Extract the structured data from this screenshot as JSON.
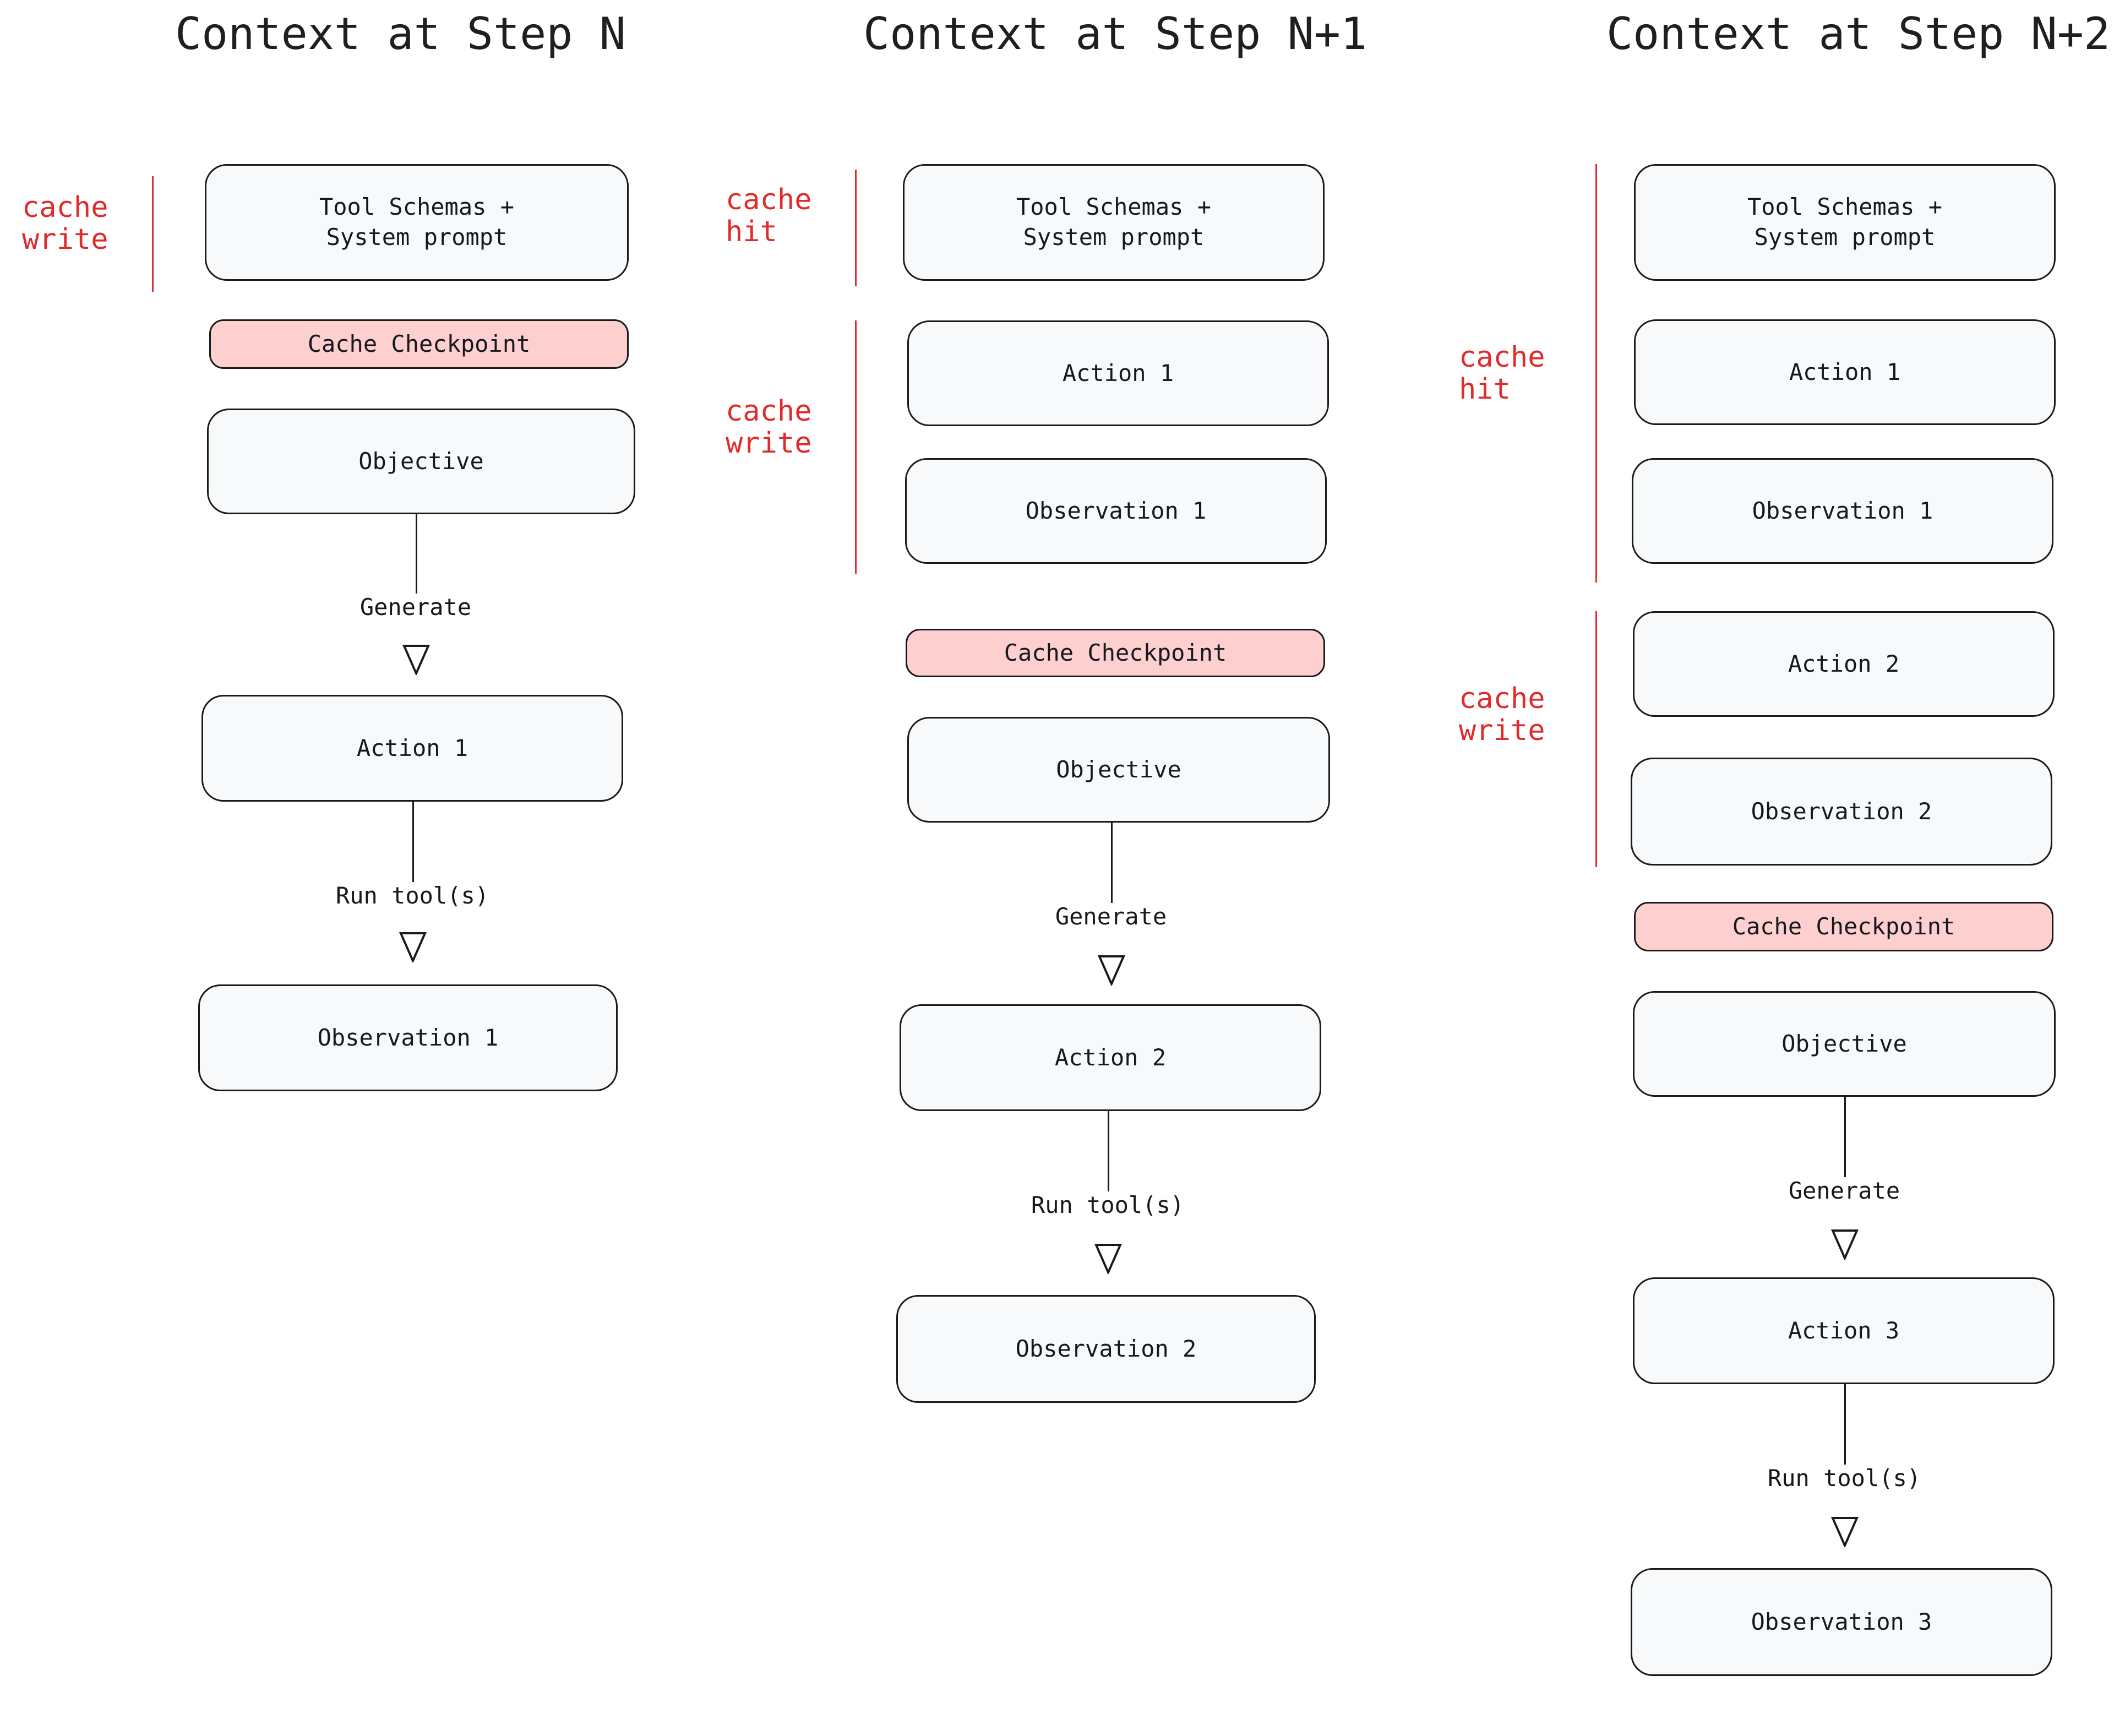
{
  "diagram": {
    "title_prefix": "Context at Step",
    "node_fill": "#f7f9fb",
    "checkpoint_fill": "#fdcfcf",
    "stroke": "#1a1a1a",
    "cache_accent": "#e02b2b"
  },
  "columns": [
    {
      "id": "step-n",
      "title": "Context at Step N",
      "nodes": [
        {
          "id": "c1-sys",
          "label": "Tool Schemas +\nSystem prompt",
          "kind": "block"
        },
        {
          "id": "c1-ckpt",
          "label": "Cache Checkpoint",
          "kind": "checkpoint"
        },
        {
          "id": "c1-obj",
          "label": "Objective",
          "kind": "block"
        },
        {
          "id": "c1-act1",
          "label": "Action 1",
          "kind": "block"
        },
        {
          "id": "c1-obs1",
          "label": "Observation 1",
          "kind": "block"
        }
      ],
      "edges": [
        {
          "id": "c1-e1",
          "label": "Generate"
        },
        {
          "id": "c1-e2",
          "label": "Run tool(s)"
        }
      ],
      "brackets": [
        {
          "id": "c1-b1",
          "label": "cache\nwrite"
        }
      ]
    },
    {
      "id": "step-n1",
      "title": "Context at Step N+1",
      "nodes": [
        {
          "id": "c2-sys",
          "label": "Tool Schemas +\nSystem prompt",
          "kind": "block"
        },
        {
          "id": "c2-act1",
          "label": "Action 1",
          "kind": "block"
        },
        {
          "id": "c2-obs1",
          "label": "Observation 1",
          "kind": "block"
        },
        {
          "id": "c2-ckpt",
          "label": "Cache Checkpoint",
          "kind": "checkpoint"
        },
        {
          "id": "c2-obj",
          "label": "Objective",
          "kind": "block"
        },
        {
          "id": "c2-act2",
          "label": "Action 2",
          "kind": "block"
        },
        {
          "id": "c2-obs2",
          "label": "Observation 2",
          "kind": "block"
        }
      ],
      "edges": [
        {
          "id": "c2-e1",
          "label": "Generate"
        },
        {
          "id": "c2-e2",
          "label": "Run tool(s)"
        }
      ],
      "brackets": [
        {
          "id": "c2-b1",
          "label": "cache\nhit"
        },
        {
          "id": "c2-b2",
          "label": "cache\nwrite"
        }
      ]
    },
    {
      "id": "step-n2",
      "title": "Context at Step N+2",
      "nodes": [
        {
          "id": "c3-sys",
          "label": "Tool Schemas +\nSystem prompt",
          "kind": "block"
        },
        {
          "id": "c3-act1",
          "label": "Action 1",
          "kind": "block"
        },
        {
          "id": "c3-obs1",
          "label": "Observation 1",
          "kind": "block"
        },
        {
          "id": "c3-act2",
          "label": "Action 2",
          "kind": "block"
        },
        {
          "id": "c3-obs2",
          "label": "Observation 2",
          "kind": "block"
        },
        {
          "id": "c3-ckpt",
          "label": "Cache Checkpoint",
          "kind": "checkpoint"
        },
        {
          "id": "c3-obj",
          "label": "Objective",
          "kind": "block"
        },
        {
          "id": "c3-act3",
          "label": "Action 3",
          "kind": "block"
        },
        {
          "id": "c3-obs3",
          "label": "Observation 3",
          "kind": "block"
        }
      ],
      "edges": [
        {
          "id": "c3-e1",
          "label": "Generate"
        },
        {
          "id": "c3-e2",
          "label": "Run tool(s)"
        }
      ],
      "brackets": [
        {
          "id": "c3-b1",
          "label": "cache\nhit"
        },
        {
          "id": "c3-b2",
          "label": "cache\nwrite"
        }
      ]
    }
  ]
}
